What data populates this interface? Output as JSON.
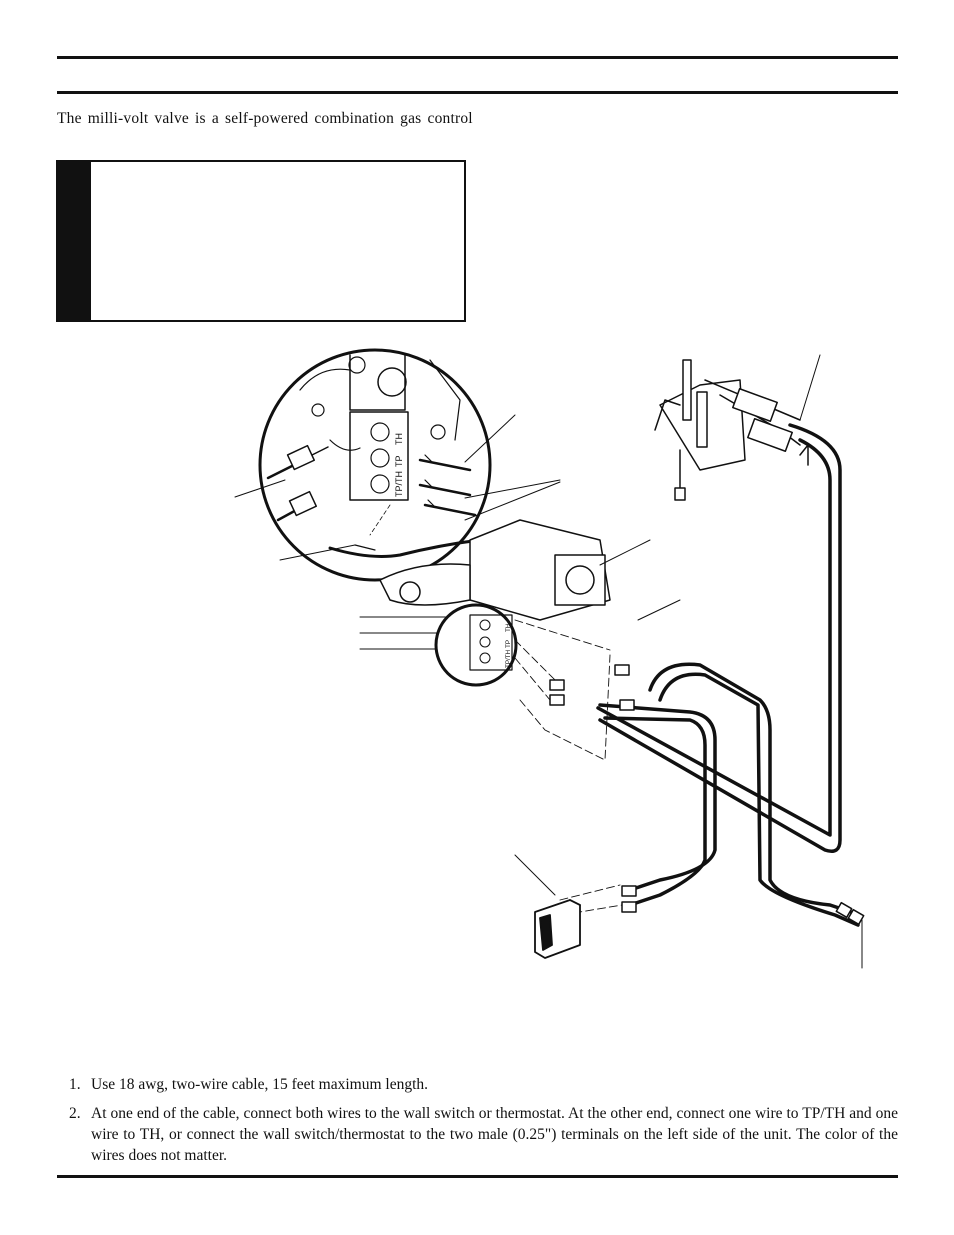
{
  "intro_text": "The milli-volt valve is a self-powered combination gas control",
  "diagram": {
    "terminal_labels": [
      "TH",
      "TP",
      "TP/TH",
      "TH",
      "TP",
      "TP/TH"
    ]
  },
  "notes": [
    {
      "number": "1.",
      "text": "Use 18 awg, two-wire cable, 15 feet maximum length."
    },
    {
      "number": "2.",
      "text": "At one end of the cable, connect both wires to the wall switch or thermostat. At the other end, connect one wire to TP/TH and one wire to TH, or connect the wall switch/thermostat to the two male (0.25\") terminals on the left side of the unit. The color of the wires does not matter."
    }
  ]
}
